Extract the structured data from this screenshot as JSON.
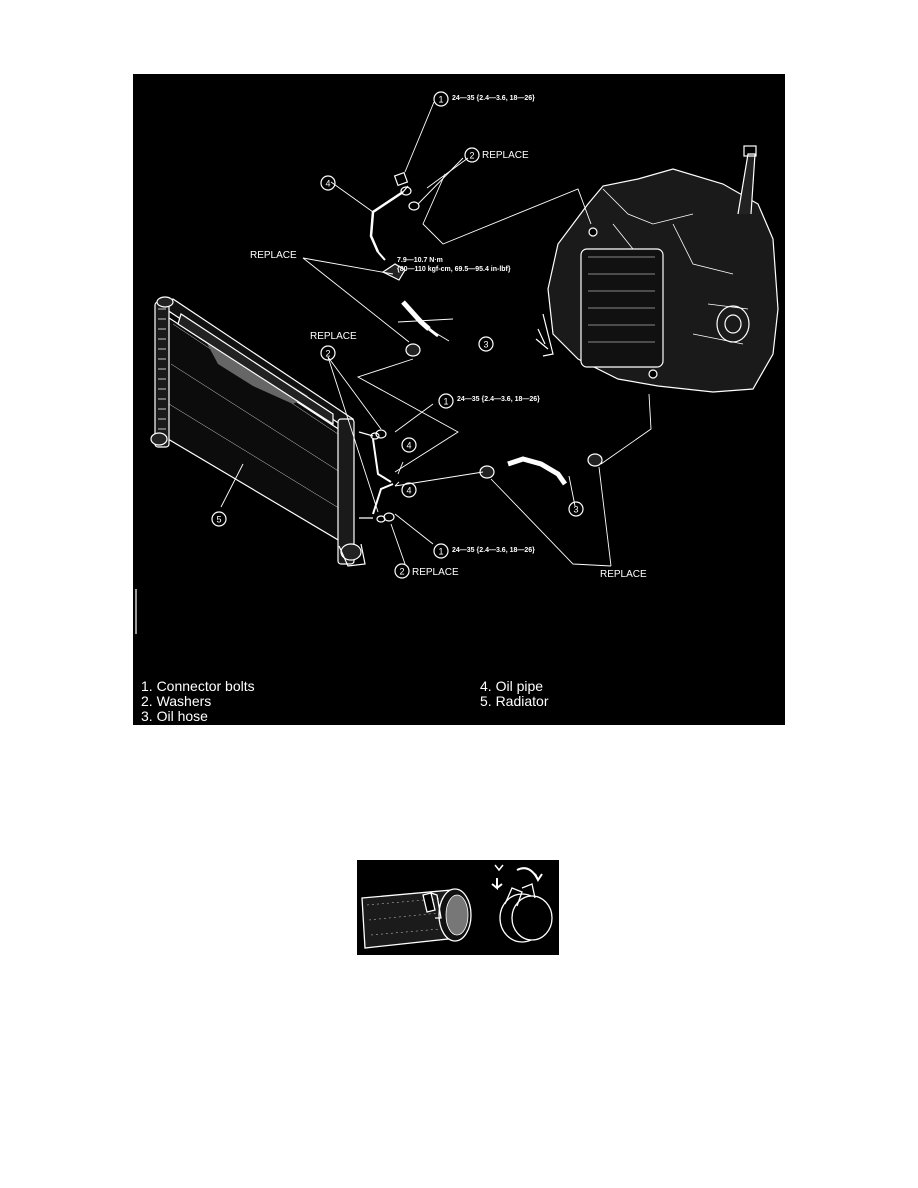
{
  "callouts": {
    "spec_top": "24—35 {2.4—3.6, 18—26}",
    "replace_top": "REPLACE",
    "torque_line1": "7.9—10.7 N·m",
    "torque_line2": "{80—110 kgf-cm, 69.5—95.4 in-lbf}",
    "replace_left": "REPLACE",
    "replace_mid": "REPLACE",
    "spec_mid": "24—35 {2.4—3.6, 18—26}",
    "spec_bottom": "24—35 {2.4—3.6, 18—26}",
    "replace_bottom": "REPLACE",
    "replace_right": "REPLACE"
  },
  "markers": [
    "1",
    "2",
    "3",
    "4",
    "5"
  ],
  "legend": {
    "item1": "1.  Connector bolts",
    "item2": "2.  Washers",
    "item3": "3.  Oil hose",
    "item4": "4.  Oil pipe",
    "item5": "5.  Radiator"
  },
  "colors": {
    "background": "#000000",
    "ink": "#ffffff"
  },
  "icons": [
    "hose-clamp-illustration"
  ]
}
